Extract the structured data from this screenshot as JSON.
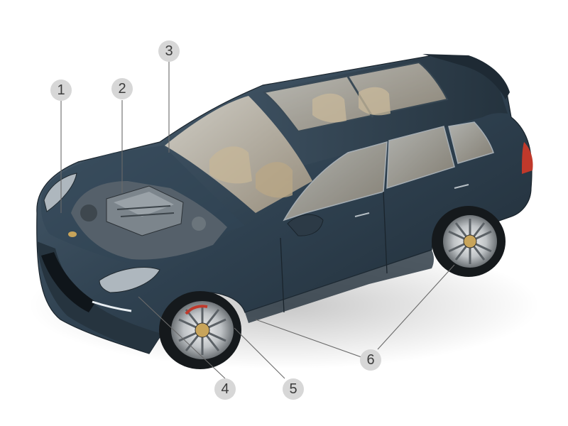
{
  "callouts": [
    {
      "id": 1,
      "label": "1"
    },
    {
      "id": 2,
      "label": "2"
    },
    {
      "id": 3,
      "label": "3"
    },
    {
      "id": 4,
      "label": "4"
    },
    {
      "id": 5,
      "label": "5"
    },
    {
      "id": 6,
      "label": "6"
    }
  ],
  "colors": {
    "body_paint": "#2f4150",
    "glass": "#c8c0b0",
    "interior": "#b8a88c",
    "callout_bg": "#d7d7d7",
    "callout_text": "#3c3c3c",
    "leader_line": "#6a6a6a",
    "taillight": "#c0392b"
  }
}
